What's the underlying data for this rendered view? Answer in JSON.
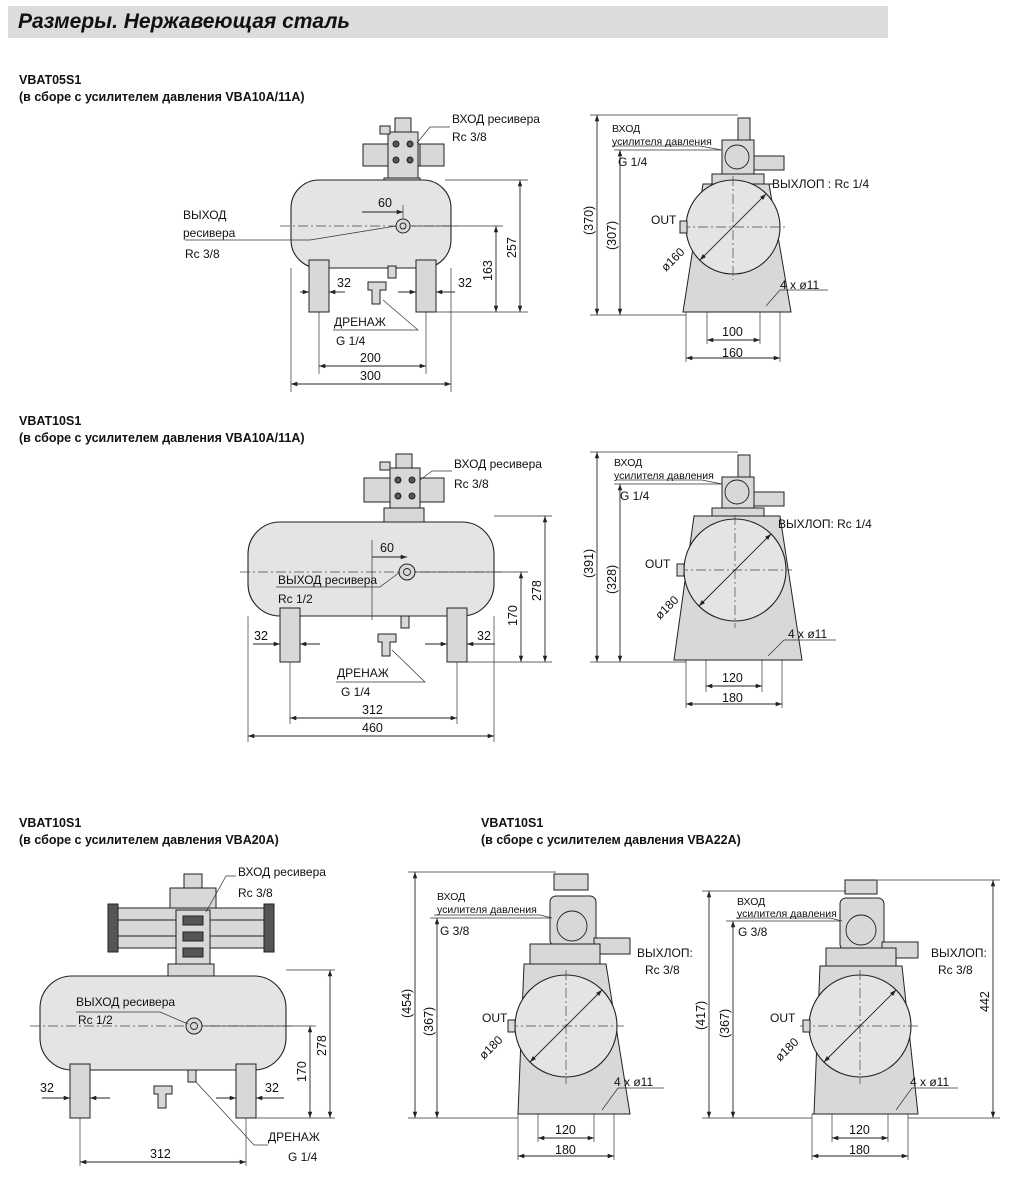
{
  "page_title": "Размеры. Нержавеющая сталь",
  "sections": [
    {
      "model": "VBAT05S1",
      "subtitle": "(в сборе с усилителем давления VBA10A/11A)",
      "front": {
        "receiver_in": "ВХОД ресивера",
        "receiver_in_port": "Rc 3/8",
        "receiver_out_1": "ВЫХОД",
        "receiver_out_2": "ресивера",
        "receiver_out_port": "Rc 3/8",
        "drain": "ДРЕНАЖ",
        "drain_port": "G 1/4",
        "dims": {
          "d60": "60",
          "d32l": "32",
          "d32r": "32",
          "d163": "163",
          "d257": "257",
          "d200": "200",
          "d300": "300"
        }
      },
      "side": {
        "booster_in_1": "ВХОД",
        "booster_in_2": "усилителя давления",
        "booster_in_port": "G 1/4",
        "exhaust": "ВЫХЛОП : Rc 1/4",
        "out": "OUT",
        "diameter": "ø160",
        "holes": "4 x ø11",
        "dims": {
          "d370": "(370)",
          "d307": "(307)",
          "d100": "100",
          "d160": "160"
        }
      }
    },
    {
      "model": "VBAT10S1",
      "subtitle": "(в сборе с усилителем давления VBA10A/11A)",
      "front": {
        "receiver_in": "ВХОД ресивера",
        "receiver_in_port": "Rc 3/8",
        "receiver_out": "ВЫХОД ресивера",
        "receiver_out_port": "Rc 1/2",
        "drain": "ДРЕНАЖ",
        "drain_port": "G 1/4",
        "dims": {
          "d60": "60",
          "d32l": "32",
          "d32r": "32",
          "d170": "170",
          "d278": "278",
          "d312": "312",
          "d460": "460"
        }
      },
      "side": {
        "booster_in_1": "ВХОД",
        "booster_in_2": "усилителя давления",
        "booster_in_port": "G 1/4",
        "exhaust": "ВЫХЛОП: Rc 1/4",
        "out": "OUT",
        "diameter": "ø180",
        "holes": "4 x ø11",
        "dims": {
          "d391": "(391)",
          "d328": "(328)",
          "d120": "120",
          "d180": "180"
        }
      }
    },
    {
      "model": "VBAT10S1",
      "subtitle": "(в сборе с усилителем давления VBA20A)",
      "front": {
        "receiver_in": "ВХОД ресивера",
        "receiver_in_port": "Rc 3/8",
        "receiver_out": "ВЫХОД ресивера",
        "receiver_out_port": "Rc 1/2",
        "drain": "ДРЕНАЖ",
        "drain_port": "G 1/4",
        "dims": {
          "d32l": "32",
          "d32r": "32",
          "d170": "170",
          "d278": "278",
          "d312": "312"
        }
      }
    },
    {
      "model": "VBAT10S1",
      "subtitle": "(в сборе с усилителем давления VBA22A)",
      "side_a": {
        "booster_in_1": "ВХОД",
        "booster_in_2": "усилителя давления",
        "booster_in_port": "G 3/8",
        "exhaust_1": "ВЫХЛОП:",
        "exhaust_2": "Rc 3/8",
        "out": "OUT",
        "diameter": "ø180",
        "holes": "4 x ø11",
        "dims": {
          "d454": "(454)",
          "d367": "(367)",
          "d120": "120",
          "d180": "180"
        }
      },
      "side_b": {
        "booster_in_1": "ВХОД",
        "booster_in_2": "усилителя давления",
        "booster_in_port": "G 3/8",
        "exhaust_1": "ВЫХЛОП:",
        "exhaust_2": "Rc 3/8",
        "out": "OUT",
        "diameter": "ø180",
        "holes": "4 x ø11",
        "dims": {
          "d417": "(417)",
          "d367": "(367)",
          "d442": "442",
          "d120": "120",
          "d180": "180"
        }
      }
    }
  ]
}
